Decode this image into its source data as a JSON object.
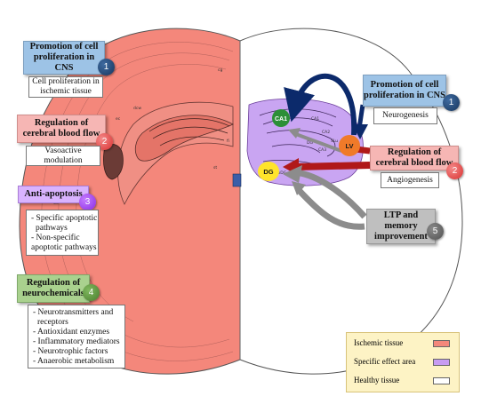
{
  "boxes": {
    "prolif_left": {
      "title": "Promotion of cell proliferation in CNS",
      "badge": "1",
      "lines": [
        "Cell proliferation in ischemic tissue"
      ]
    },
    "blood_left": {
      "title": "Regulation of cerebral blood flow",
      "badge": "2",
      "lines": [
        "Vasoactive modulation"
      ]
    },
    "apoptosis": {
      "title": "Anti-apoptosis",
      "badge": "3",
      "lines": [
        "- Specific apoptotic",
        "pathways",
        "- Non-specific",
        "apoptotic pathways"
      ]
    },
    "neurochem": {
      "title": "Regulation of neurochemicals",
      "badge": "4",
      "lines": [
        "- Neurotransmitters and",
        "receptors",
        "- Antioxidant enzymes",
        "- Inflammatory mediators",
        "- Neurotrophic factors",
        "- Anaerobic metabolism"
      ]
    },
    "prolif_right": {
      "title": "Promotion of cell proliferation in CNS",
      "badge": "1",
      "lines": [
        "Neurogenesis"
      ]
    },
    "blood_right": {
      "title": "Regulation of cerebral blood flow",
      "badge": "2",
      "lines": [
        "Angiogenesis"
      ]
    },
    "ltp": {
      "title": "LTP and memory improvement",
      "badge": "5"
    }
  },
  "regions": {
    "ca1": "CA1",
    "dg": "DG",
    "lv": "LV"
  },
  "atlas_labels": [
    "dcw",
    "ec",
    "CA1",
    "CA2",
    "CA3",
    "DG",
    "SLu",
    "PoDG",
    "cg",
    "Cx",
    "st",
    "fi"
  ],
  "legend": [
    {
      "label": "Ischemic tissue",
      "color": "#f3877b"
    },
    {
      "label": "Specific effect area",
      "color": "#c79cf2"
    },
    {
      "label": "Healthy tissue",
      "color": "#ffffff"
    }
  ],
  "colors": {
    "ischemic": "#f4877b",
    "specific": "#c9a5f2",
    "arrow_blue": "#0c2a6b",
    "arrow_red": "#b01919",
    "arrow_gray": "#8c8c8c"
  }
}
